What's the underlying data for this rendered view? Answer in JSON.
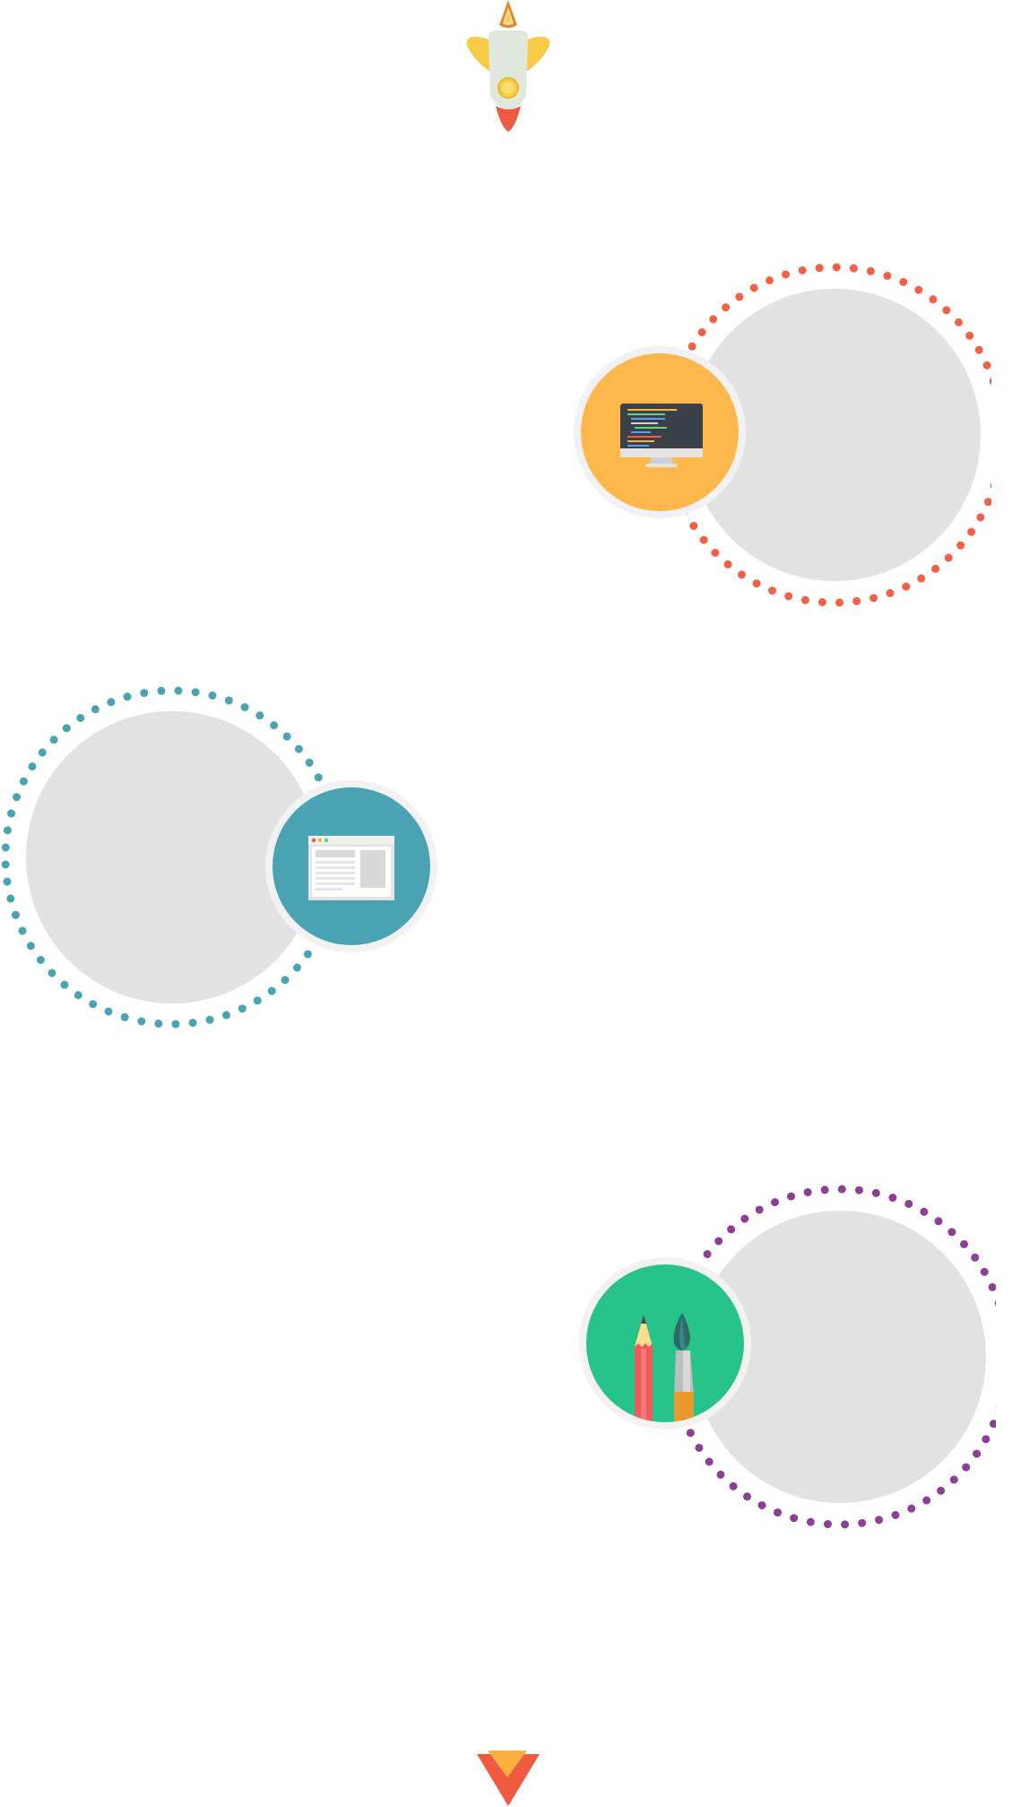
{
  "colors": {
    "background": "#ffffff",
    "placeholder_circle": "#e2e2e2",
    "icon_ring": "#f2f2f2",
    "dots_coding": "#f26145",
    "dots_web": "#4aa3b3",
    "dots_design": "#8e3e95",
    "badge_coding": "#fdb74c",
    "badge_web": "#4aa3b3",
    "badge_design": "#26c48a",
    "rocket_body": "#e0e8dd",
    "rocket_wings": "#f6cb48",
    "rocket_flame": "#ef5a40",
    "arrow_outer": "#ef5a40",
    "arrow_inner": "#fbb040"
  },
  "sections": [
    {
      "id": "coding",
      "badge_icon": "monitor-code-icon",
      "dots_color_key": "dots_coding",
      "badge_color_key": "badge_coding"
    },
    {
      "id": "web",
      "badge_icon": "browser-window-icon",
      "dots_color_key": "dots_web",
      "badge_color_key": "badge_web"
    },
    {
      "id": "design",
      "badge_icon": "pencil-brush-icon",
      "dots_color_key": "dots_design",
      "badge_color_key": "badge_design"
    }
  ],
  "icons": {
    "top": "rocket-icon",
    "bottom": "down-arrow-icon"
  }
}
